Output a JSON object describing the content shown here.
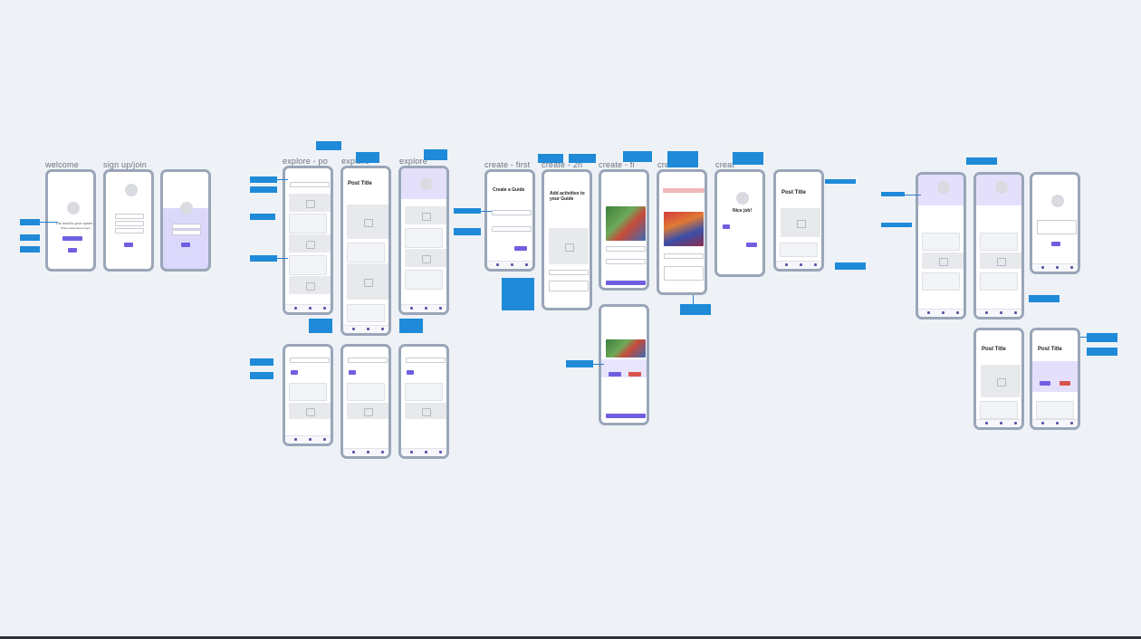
{
  "colors": {
    "canvas": "#eef2f6",
    "phone_frame": "#9aa6b8",
    "accent": "#6f5fe0",
    "note": "#1f8ad8",
    "header_tint": "#e4e0fb"
  },
  "sections": {
    "welcome": "welcome",
    "signup": "sign up/join",
    "explore_post": "explore - po",
    "explore_2": "explore - ",
    "explore_3": "explore",
    "create_first": "create - first",
    "create_2": "create - 2n",
    "create_3": "create - fi",
    "create_4": "create",
    "create_5": "creat"
  },
  "screens": {
    "welcome_sub": "Where adventures begin",
    "create_guide": "Create a Guide",
    "add_activities": "Add activities to your Guide",
    "nice_job": "Nice job!",
    "post_title": "Post Title"
  }
}
